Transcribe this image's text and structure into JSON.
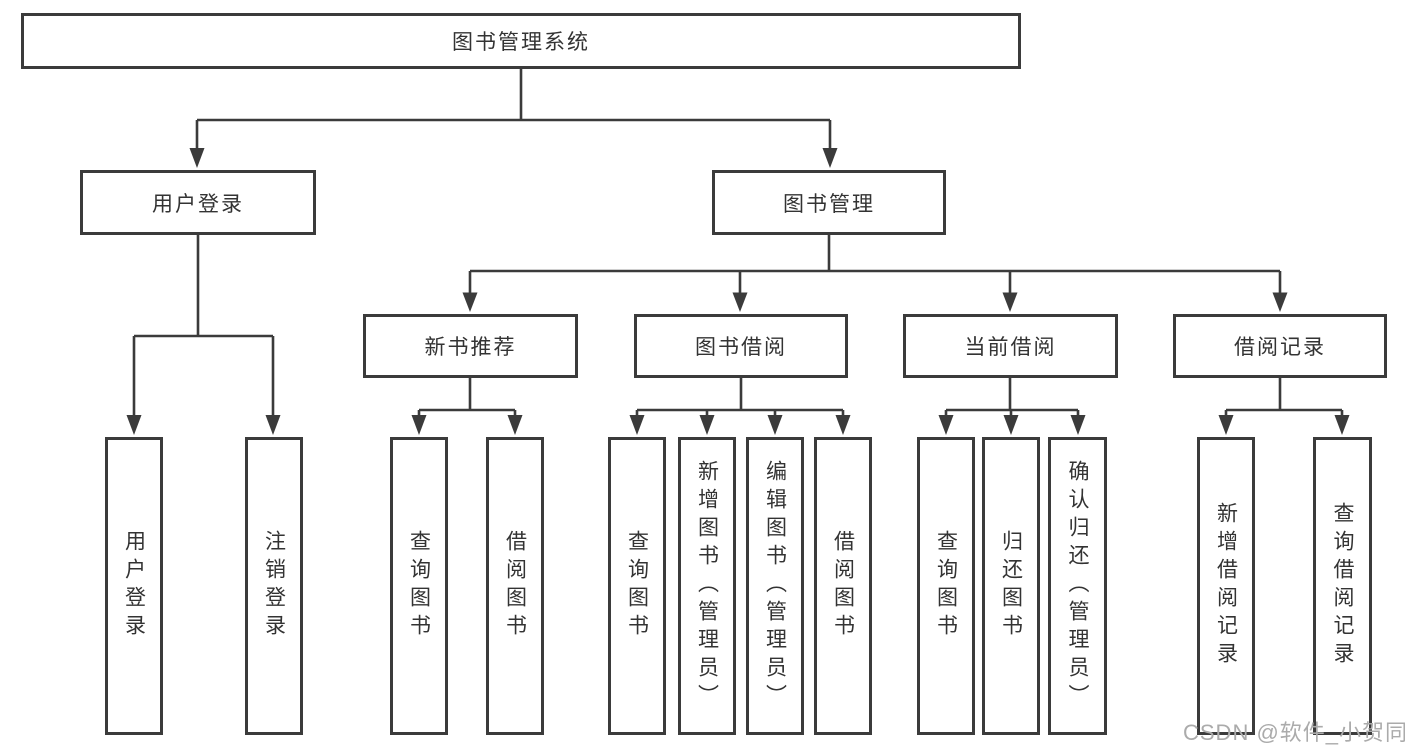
{
  "tree": {
    "root": {
      "label": "图书管理系统",
      "children": [
        {
          "label": "用户登录",
          "children": [
            {
              "label": "用户登录"
            },
            {
              "label": "注销登录"
            }
          ]
        },
        {
          "label": "图书管理",
          "children": [
            {
              "label": "新书推荐",
              "children": [
                {
                  "label": "查询图书"
                },
                {
                  "label": "借阅图书"
                }
              ]
            },
            {
              "label": "图书借阅",
              "children": [
                {
                  "label": "查询图书"
                },
                {
                  "label": "新增图书（管理员）"
                },
                {
                  "label": "编辑图书（管理员）"
                },
                {
                  "label": "借阅图书"
                }
              ]
            },
            {
              "label": "当前借阅",
              "children": [
                {
                  "label": "查询图书"
                },
                {
                  "label": "归还图书"
                },
                {
                  "label": "确认归还（管理员）"
                }
              ]
            },
            {
              "label": "借阅记录",
              "children": [
                {
                  "label": "新增借阅记录"
                },
                {
                  "label": "查询借阅记录"
                }
              ]
            }
          ]
        }
      ]
    }
  },
  "watermark": "CSDN @软件_小贺同学",
  "colors": {
    "line": "#3b3b3b",
    "box_border": "#3b3b3b",
    "text": "#333333",
    "watermark": "#ababab",
    "background": "#ffffff"
  }
}
